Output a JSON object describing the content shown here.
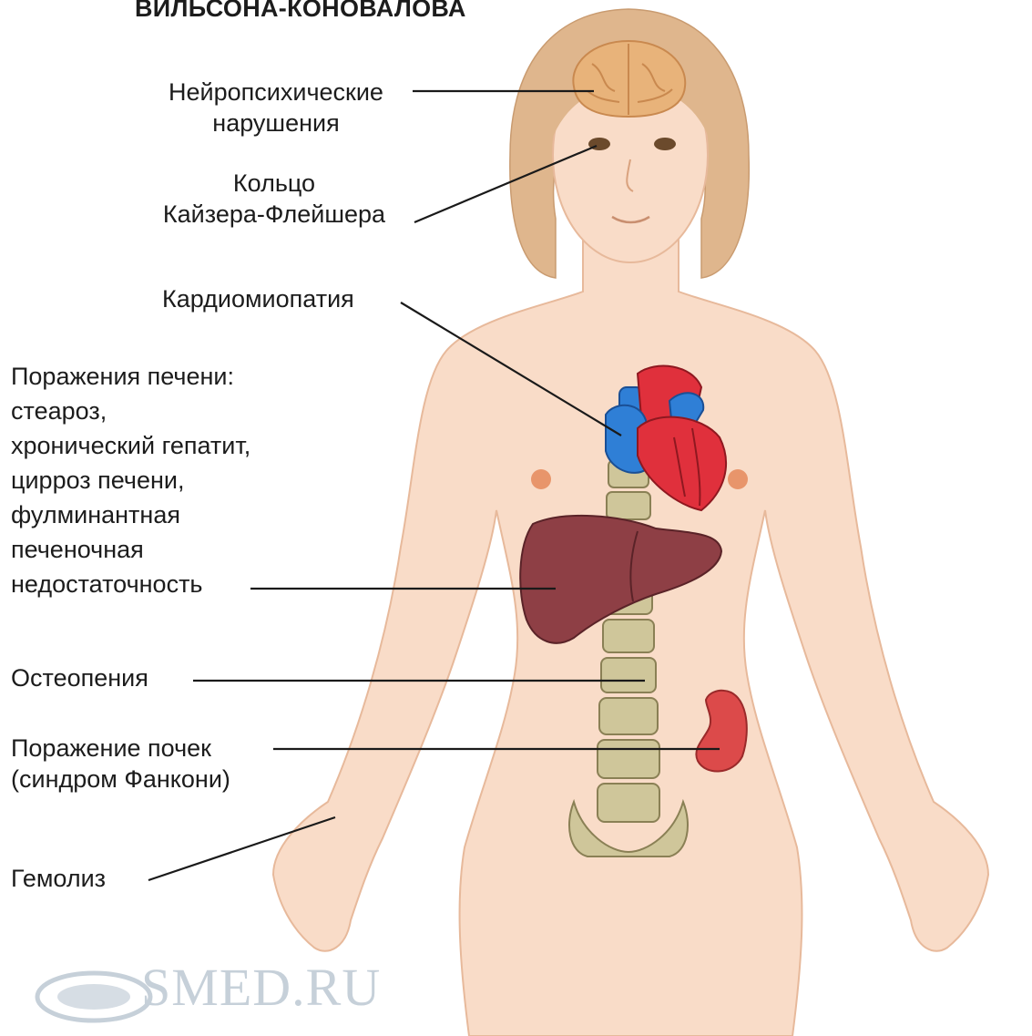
{
  "title": "ВИЛЬСОНА-КОНОВАЛОВА",
  "labels": {
    "neuro_line1": "Нейропсихические",
    "neuro_line2": "нарушения",
    "ring_line1": "Кольцо",
    "ring_line2": "Кайзера-Флейшера",
    "cardio": "Кардиомиопатия",
    "liver_line1": "Поражения печени:",
    "liver_line2": "стеароз,",
    "liver_line3": "хронический гепатит,",
    "liver_line4": "цирроз печени,",
    "liver_line5": "фулминантная",
    "liver_line6": "печеночная",
    "liver_line7": "недостаточность",
    "osteo": "Остеопения",
    "kidney_line1": "Поражение почек",
    "kidney_line2": "(синдром Фанкони)",
    "hemolysis": "Гемолиз"
  },
  "watermark": "SMED.RU",
  "colors": {
    "skin": "#f9dcc8",
    "skin_outline": "#e7b99b",
    "hair": "#dfb68d",
    "brain": "#e8b37a",
    "heart_red": "#e0303c",
    "heart_blue": "#2f7fd6",
    "liver": "#8e3f45",
    "kidney": "#dc4a4a",
    "spine": "#cfc69a",
    "watermark": "#c6d0d9"
  }
}
